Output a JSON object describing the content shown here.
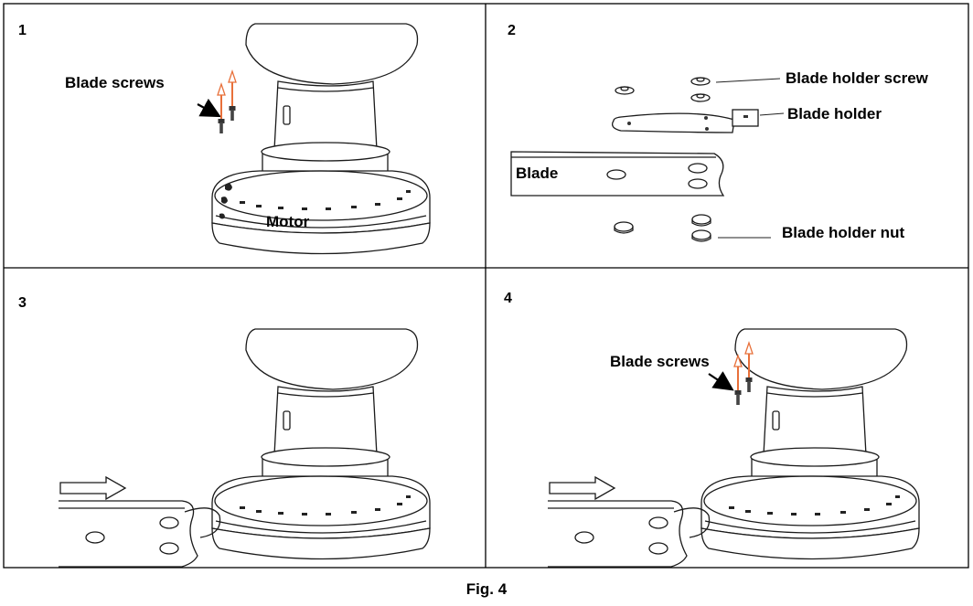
{
  "caption": "Fig. 4",
  "panels": [
    {
      "number": "1",
      "labels": {
        "blade_screws": "Blade screws",
        "motor": "Motor"
      }
    },
    {
      "number": "2",
      "labels": {
        "blade_holder_screw": "Blade holder screw",
        "blade_holder": "Blade holder",
        "blade": "Blade",
        "blade_holder_nut": "Blade holder nut"
      }
    },
    {
      "number": "3",
      "labels": {}
    },
    {
      "number": "4",
      "labels": {
        "blade_screws": "Blade screws"
      }
    }
  ],
  "colors": {
    "screw_arrow": "#e8703a",
    "line": "#1a1a1a",
    "border": "#000000"
  }
}
